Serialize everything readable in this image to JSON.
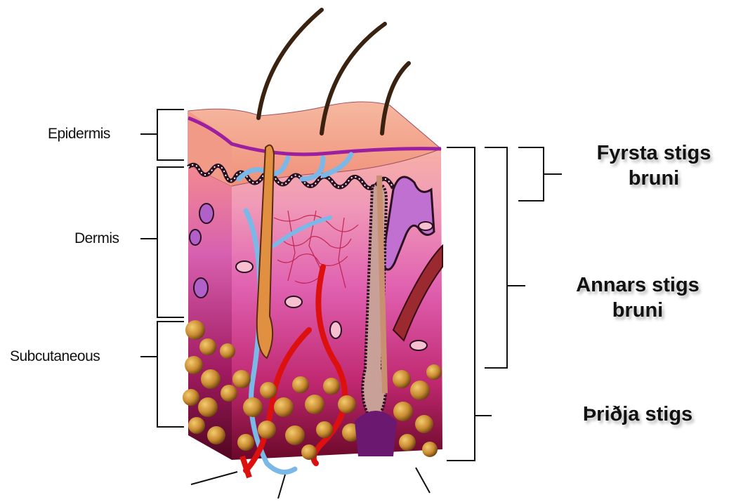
{
  "left_labels": {
    "epidermis": "Epidermis",
    "dermis": "Dermis",
    "subcutaneous": "Subcutaneous"
  },
  "burn_labels": {
    "first_line1": "Fyrsta stigs",
    "first_line2": "bruni",
    "second_line1": "Annars stigs",
    "second_line2": "bruni",
    "third": "Þriðja stigs"
  },
  "colors": {
    "epidermis_top": "#f4a0a0",
    "dermis": "#d84890",
    "dermis_deep": "#7a0a30",
    "fat": "#c88a30",
    "artery": "#dd1010",
    "vein": "#7ab8e8",
    "hair": "#3a2210",
    "membrane": "#9b1fa0"
  }
}
